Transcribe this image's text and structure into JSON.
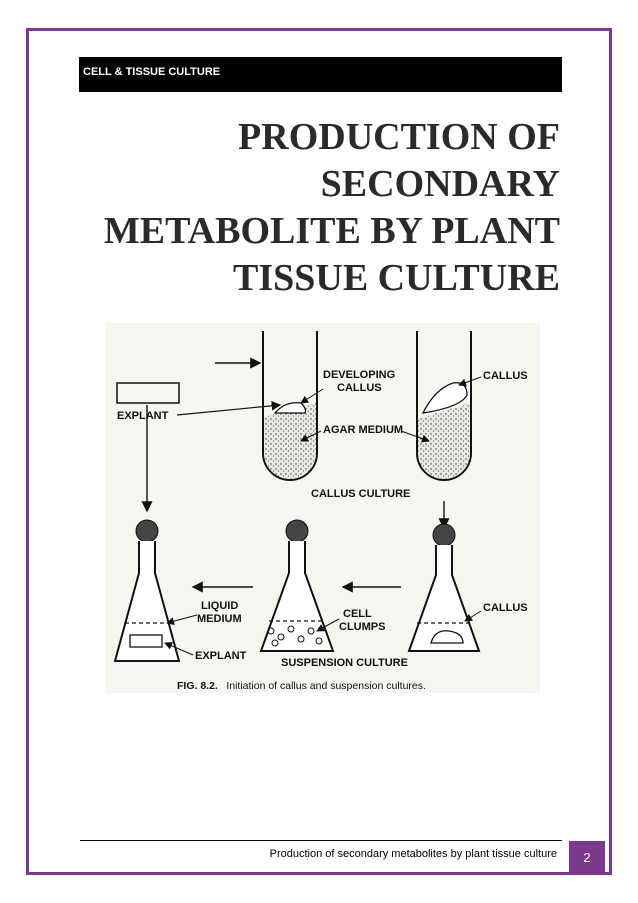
{
  "header": {
    "section_title": "CELL & TISSUE CULTURE"
  },
  "title": {
    "line1": "PRODUCTION OF",
    "line2": "SECONDARY",
    "line3": "METABOLITE BY PLANT",
    "line4": "TISSUE CULTURE"
  },
  "figure": {
    "labels": {
      "explant_top": "EXPLANT",
      "developing_callus_1": "DEVELOPING",
      "developing_callus_2": "CALLUS",
      "callus_top": "CALLUS",
      "agar_medium": "AGAR MEDIUM",
      "callus_culture": "CALLUS CULTURE",
      "liquid_medium_1": "LIQUID",
      "liquid_medium_2": "MEDIUM",
      "cell_clumps_1": "CELL",
      "cell_clumps_2": "CLUMPS",
      "callus_bottom": "CALLUS",
      "explant_bottom": "EXPLANT",
      "suspension_culture": "SUSPENSION CULTURE"
    },
    "caption_number": "FIG. 8.2.",
    "caption_text": "Initiation of callus and suspension cultures."
  },
  "footer": {
    "text": "Production of secondary metabolites by plant tissue culture",
    "page_number": "2"
  },
  "colors": {
    "accent": "#7b3a8c",
    "header_bg": "#000000"
  }
}
